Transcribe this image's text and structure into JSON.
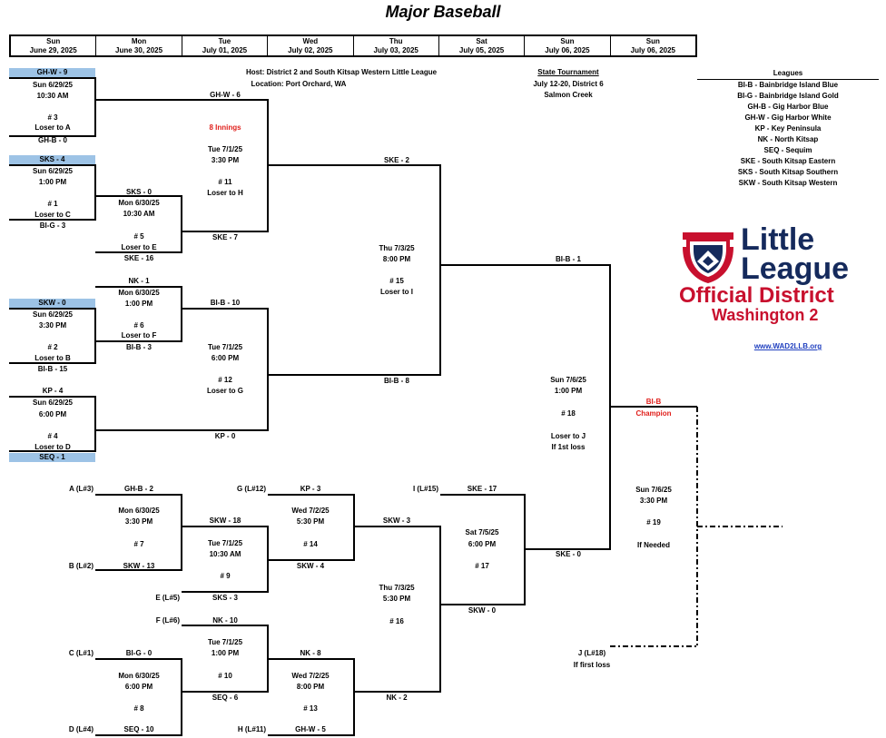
{
  "title": "Major Baseball",
  "days": [
    {
      "dow": "Sun",
      "date": "June 29, 2025"
    },
    {
      "dow": "Mon",
      "date": "June 30, 2025"
    },
    {
      "dow": "Tue",
      "date": "July 01, 2025"
    },
    {
      "dow": "Wed",
      "date": "July 02, 2025"
    },
    {
      "dow": "Thu",
      "date": "July 03, 2025"
    },
    {
      "dow": "Sat",
      "date": "July 05, 2025"
    },
    {
      "dow": "Sun",
      "date": "July 06, 2025"
    },
    {
      "dow": "Sun",
      "date": "July 06, 2025"
    }
  ],
  "host": {
    "line1": "Host: District 2 and South Kitsap Western Little League",
    "line2": "Location: Port Orchard, WA"
  },
  "state": {
    "head": "State Tournament",
    "line1": "July 12-20, District 6",
    "line2": "Salmon Creek"
  },
  "legend": {
    "head": "Leagues",
    "items": [
      "BI-B - Bainbridge Island Blue",
      "BI-G - Bainbridge Island Gold",
      "GH-B - Gig Harbor Blue",
      "GH-W - Gig Harbor White",
      "KP - Key Peninsula",
      "NK - North Kitsap",
      "SEQ - Sequim",
      "SKE - South Kitsap Eastern",
      "SKS - South Kitsap Southern",
      "SKW - South Kitsap Western"
    ]
  },
  "logo": {
    "line1": "Little",
    "line2": "League",
    "line3": "Official District",
    "line4": "Washington 2"
  },
  "link": "www.WAD2LLB.org",
  "games": {
    "g3": {
      "top": "GH-W - 9",
      "date": "Sun 6/29/25",
      "time": "10:30 AM",
      "num": "# 3",
      "loser": "Loser to A",
      "bottom": "GH-B - 0"
    },
    "g1": {
      "top": "SKS - 4",
      "date": "Sun 6/29/25",
      "time": "1:00 PM",
      "num": "# 1",
      "loser": "Loser to C",
      "bottom": "BI-G - 3"
    },
    "g2": {
      "top": "SKW - 0",
      "date": "Sun 6/29/25",
      "time": "3:30 PM",
      "num": "# 2",
      "loser": "Loser to B",
      "bottom": "BI-B - 15"
    },
    "g4": {
      "top": "KP - 4",
      "date": "Sun 6/29/25",
      "time": "6:00 PM",
      "num": "# 4",
      "loser": "Loser to D",
      "bottom": "SEQ - 1"
    },
    "g5": {
      "top": "SKS - 0",
      "date": "Mon 6/30/25",
      "time": "10:30 AM",
      "num": "# 5",
      "loser": "Loser to E",
      "bottom": "SKE - 16"
    },
    "g6": {
      "top": "NK - 1",
      "date": "Mon 6/30/25",
      "time": "1:00 PM",
      "num": "# 6",
      "loser": "Loser to F",
      "bottom": "BI-B - 3"
    },
    "g11": {
      "top": "GH-W - 6",
      "note": "8 Innings",
      "date": "Tue 7/1/25",
      "time": "3:30 PM",
      "num": "# 11",
      "loser": "Loser to H",
      "bottom": "SKE - 7"
    },
    "g12": {
      "top": "BI-B - 10",
      "date": "Tue 7/1/25",
      "time": "6:00 PM",
      "num": "# 12",
      "loser": "Loser to G",
      "bottom": "KP - 0"
    },
    "g15": {
      "top": "SKE - 2",
      "date": "Thu 7/3/25",
      "time": "8:00 PM",
      "num": "# 15",
      "loser": "Loser to I",
      "bottom": "BI-B - 8"
    },
    "g18": {
      "top": "BI-B - 1",
      "date": "Sun 7/6/25",
      "time": "1:00 PM",
      "num": "# 18",
      "loser": "Loser to J",
      "cond": "If 1st loss",
      "bottom": "SKE - 0"
    },
    "champ": {
      "team": "BI-B",
      "label": "Champion"
    },
    "g19": {
      "date": "Sun 7/6/25",
      "time": "3:30 PM",
      "num": "# 19",
      "cond": "If Needed"
    },
    "g7": {
      "inTop": "A (L#3)",
      "top": "GH-B - 2",
      "date": "Mon 6/30/25",
      "time": "3:30 PM",
      "num": "# 7",
      "inBot": "B (L#2)",
      "bottom": "SKW - 13"
    },
    "g9": {
      "top": "SKW - 18",
      "date": "Tue 7/1/25",
      "time": "10:30 AM",
      "num": "# 9",
      "inBot": "E (L#5)",
      "bottom": "SKS - 3"
    },
    "g14": {
      "inTop": "G (L#12)",
      "top": "KP - 3",
      "date": "Wed 7/2/25",
      "time": "5:30 PM",
      "num": "# 14",
      "bottom": "SKW - 4"
    },
    "g16": {
      "top": "SKW - 3",
      "date": "Thu 7/3/25",
      "time": "5:30 PM",
      "num": "# 16",
      "bottom": "NK - 2"
    },
    "g17": {
      "inTop": "I (L#15)",
      "top": "SKE - 17",
      "date": "Sat 7/5/25",
      "time": "6:00 PM",
      "num": "# 17",
      "bottom": "SKW - 0"
    },
    "g10": {
      "inTop": "F (L#6)",
      "top": "NK - 10",
      "date": "Tue 7/1/25",
      "time": "1:00 PM",
      "num": "# 10",
      "bottom": "SEQ - 6"
    },
    "g8": {
      "inTop": "C (L#1)",
      "top": "BI-G - 0",
      "date": "Mon 6/30/25",
      "time": "6:00 PM",
      "num": "# 8",
      "inBot": "D (L#4)",
      "bottom": "SEQ - 10"
    },
    "g13": {
      "top": "NK - 8",
      "date": "Wed 7/2/25",
      "time": "8:00 PM",
      "num": "# 13",
      "inBot": "H (L#11)",
      "bottom": "GH-W - 5"
    },
    "jslot": {
      "label": "J (L#18)",
      "cond": "If first loss"
    }
  }
}
